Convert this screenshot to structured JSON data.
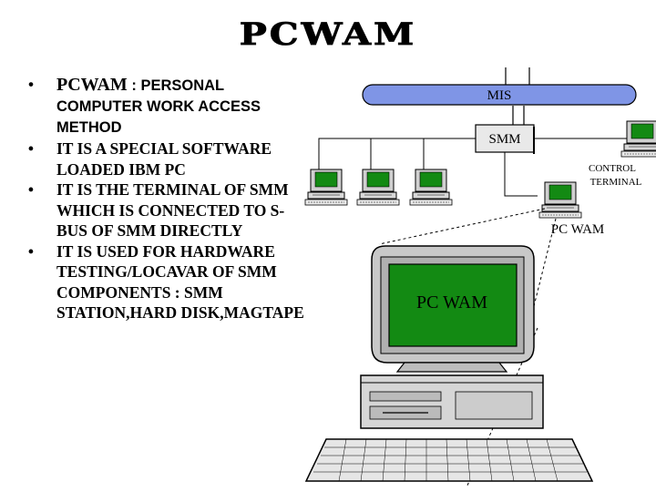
{
  "title": "PCWAM",
  "bullets": [
    {
      "lead": "PCWAM",
      "sep": " : ",
      "text": "PERSONAL COMPUTER WORK ACCESS METHOD"
    },
    {
      "text": "IT IS A SPECIAL SOFTWARE LOADED IBM PC"
    },
    {
      "text": "IT IS THE TERMINAL OF SMM WHICH IS CONNECTED TO S-BUS OF SMM DIRECTLY"
    },
    {
      "text": "IT IS USED FOR HARDWARE TESTING/LOCAVAR OF SMM COMPONENTS : SMM STATION,HARD DISK,MAGTAPE"
    }
  ],
  "diagram": {
    "mis_label": "MIS",
    "smm_label": "SMM",
    "control_terminal_label": [
      "CONTROL",
      "TERMINAL"
    ],
    "pcwam_label": "PC WAM",
    "screen_label": "PC WAM",
    "colors": {
      "bus": "#7f95e6",
      "box": "#e9e9e9",
      "screen": "#138a13",
      "monitor": "#c8c8c8"
    }
  }
}
